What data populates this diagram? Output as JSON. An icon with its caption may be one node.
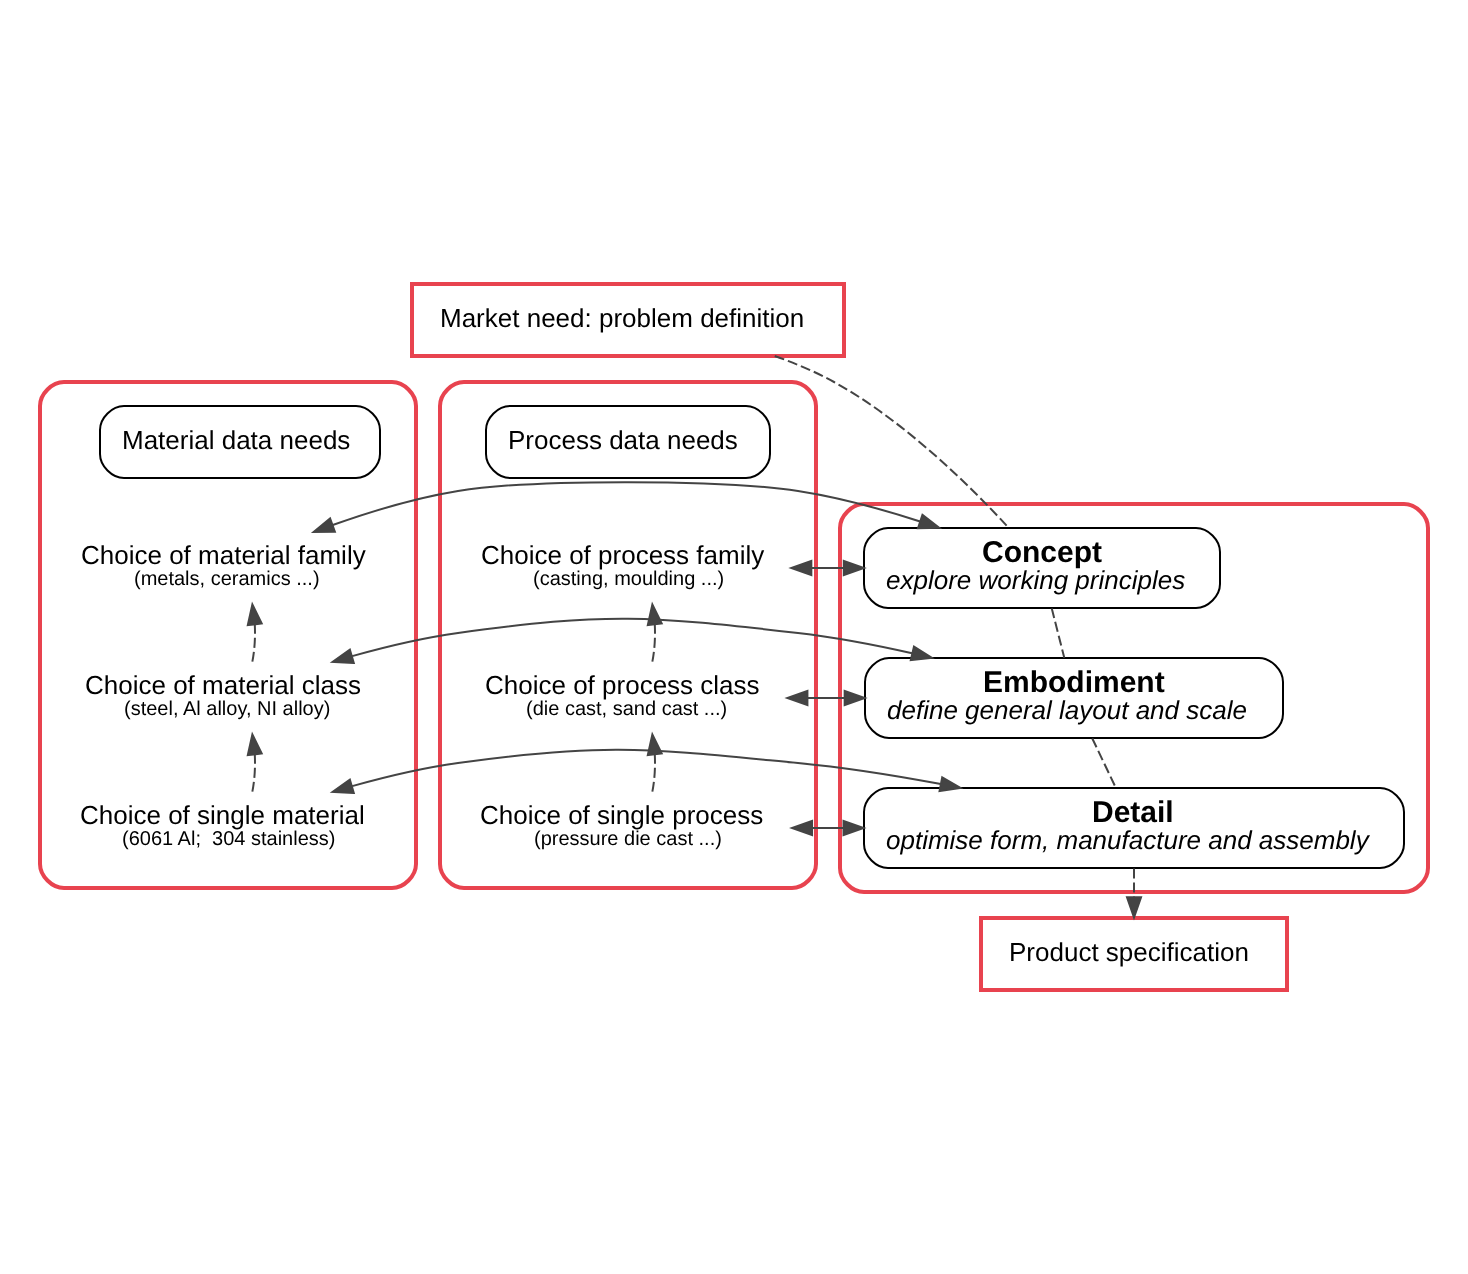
{
  "diagram": {
    "nodes": [
      {
        "text": [
          "Market need: problem definition"
        ]
      },
      {
        "text": [],
        "shape": "box"
      },
      {
        "text": [
          "Material data needs"
        ],
        "in": 1
      },
      {
        "text": [
          "Choice of material family",
          "(metals, ceramics ...)"
        ],
        "in": 1
      },
      {
        "text": [
          "Choice of material class",
          "(steel, Al alloy, NI alloy)"
        ],
        "in": 1
      },
      {
        "text": [
          "Choice of single material",
          "(6061 Al;  304 stainless)"
        ],
        "in": 1
      },
      {
        "text": [],
        "shape": "box"
      },
      {
        "text": [
          "Concept",
          "explore working principles"
        ],
        "in": 6
      },
      {
        "text": [
          "Embodiment",
          "define general layout and scale"
        ],
        "in": 6
      },
      {
        "text": [
          "Detail",
          "optimise form, manufacture and assembly"
        ],
        "in": 6
      },
      {
        "text": [],
        "shape": "box"
      },
      {
        "text": [
          "Process data needs"
        ],
        "in": 10
      },
      {
        "text": [
          "Choice of process family",
          "(casting, moulding ...)"
        ],
        "in": 10
      },
      {
        "text": [
          "Choice of process class",
          "(die cast, sand cast ...)"
        ],
        "in": 10
      },
      {
        "text": [
          "Choice of single process",
          "(pressure die cast ...)"
        ],
        "in": 10
      },
      {
        "text": [
          "Product specification"
        ]
      }
    ],
    "edges": [
      {
        "from": 0,
        "to": 7,
        "arrow": "none",
        "style": "dashed"
      },
      {
        "from": 7,
        "to": 8,
        "arrow": "none",
        "style": "dashed"
      },
      {
        "from": 8,
        "to": 9,
        "arrow": "none",
        "style": "dashed"
      },
      {
        "from": 9,
        "to": 15,
        "arrow": "to",
        "style": "dashed"
      },
      {
        "from": 3,
        "to": 7,
        "arrow": "both"
      },
      {
        "from": 4,
        "to": 8,
        "arrow": "both"
      },
      {
        "from": 5,
        "to": 9,
        "arrow": "both"
      },
      {
        "from": 7,
        "to": 12,
        "arrow": "both"
      },
      {
        "from": 8,
        "to": 13,
        "arrow": "both"
      },
      {
        "from": 9,
        "to": 14,
        "arrow": "both"
      },
      {
        "from": 5,
        "to": 4,
        "arrow": "to",
        "style": "dashed"
      },
      {
        "from": 4,
        "to": 3,
        "arrow": "to",
        "style": "dashed"
      },
      {
        "from": 14,
        "to": 13,
        "arrow": "to",
        "style": "dashed"
      },
      {
        "from": 13,
        "to": 12,
        "arrow": "to",
        "style": "dashed"
      }
    ]
  }
}
